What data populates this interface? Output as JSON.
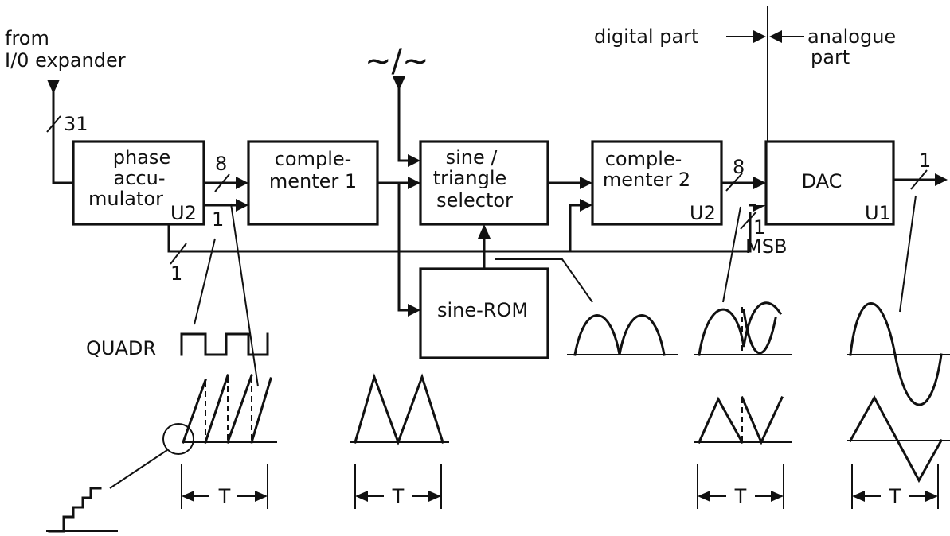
{
  "inputs": {
    "from_label_1": "from",
    "from_label_2": "I/0 expander",
    "bus_width_input": "31",
    "waveform_select_label": "~/~"
  },
  "blocks": {
    "phase_accumulator": {
      "line1": "phase",
      "line2": "accu-",
      "line3": "mulator",
      "unit": "U2"
    },
    "complementer_1": {
      "line1": "comple-",
      "line2": "menter 1"
    },
    "selector": {
      "line1": "sine /",
      "line2": "triangle",
      "line3": "selector"
    },
    "complementer_2": {
      "line1": "comple-",
      "line2": "menter 2",
      "unit": "U2"
    },
    "dac": {
      "line1": "DAC",
      "unit": "U1"
    },
    "sine_rom": {
      "line1": "sine-ROM"
    }
  },
  "bus_labels": {
    "accumulator_out": "8",
    "quadrant_bit": "1",
    "msb_branch": "1",
    "complementer2_out": "8",
    "msb_in": "1",
    "msb_label": "MSB",
    "dac_out": "1"
  },
  "partition": {
    "digital": "digital part",
    "analogue_1": "analogue",
    "analogue_2": "part"
  },
  "waveforms": {
    "quadr_label": "QUADR",
    "period_label": "T"
  }
}
